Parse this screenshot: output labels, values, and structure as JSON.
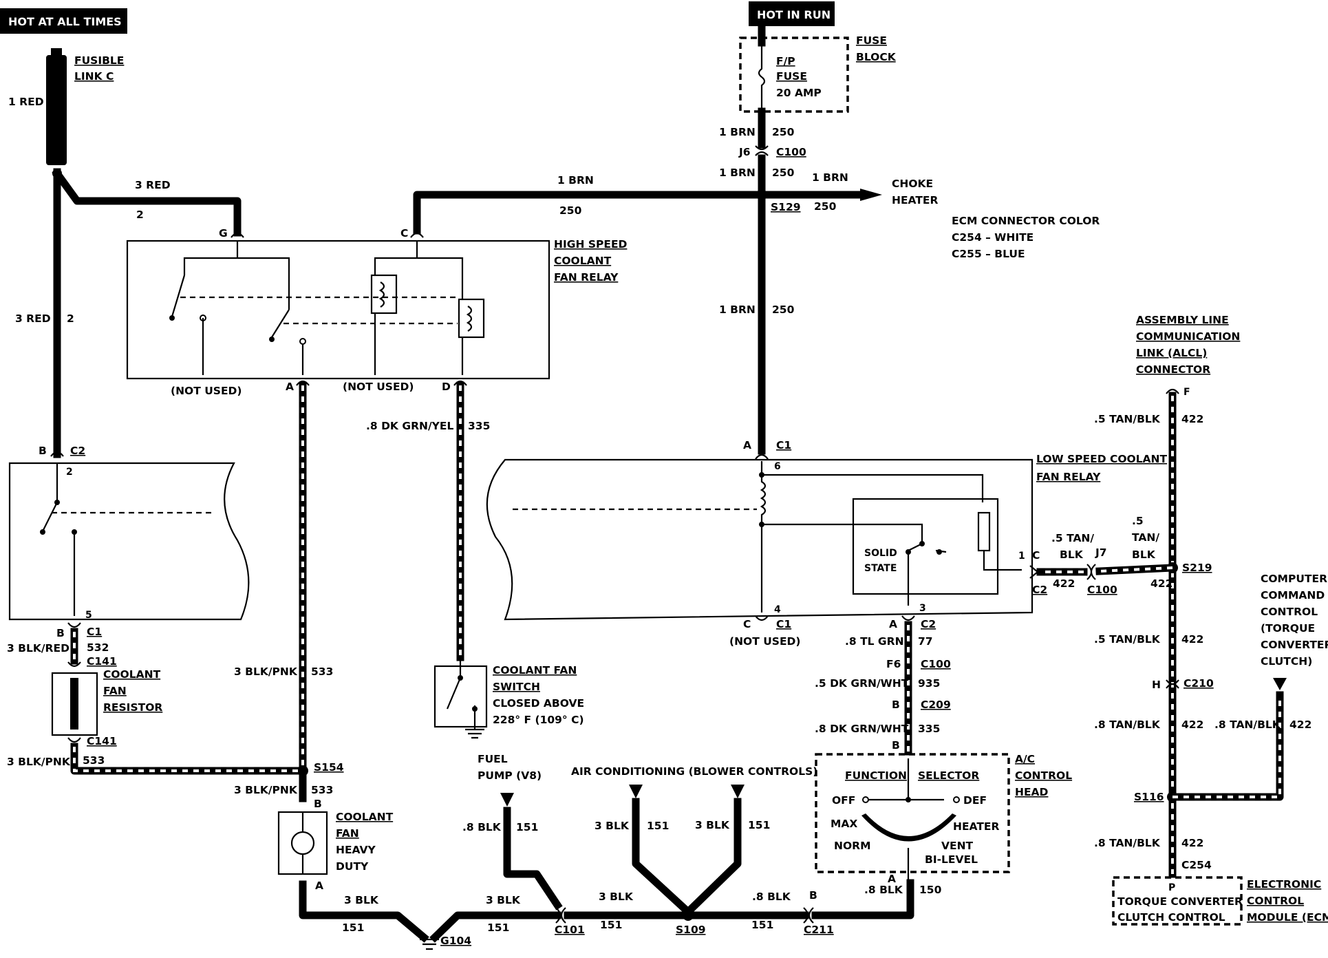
{
  "headers": {
    "hot_at_all_times": "HOT AT ALL TIMES",
    "hot_in_run": "HOT IN RUN"
  },
  "components": {
    "fusible_link": [
      "FUSIBLE",
      "LINK C"
    ],
    "fuse_block": [
      "FUSE",
      "BLOCK"
    ],
    "fp_fuse": [
      "F/P",
      "FUSE",
      "20 AMP"
    ],
    "choke_heater": [
      "CHOKE",
      "HEATER"
    ],
    "ecm_connector_color": [
      "ECM CONNECTOR COLOR",
      "C254 – WHITE",
      "C255 – BLUE"
    ],
    "high_speed_relay": [
      "HIGH SPEED",
      "COOLANT",
      "FAN RELAY"
    ],
    "low_speed_relay": [
      "LOW SPEED COOLANT",
      "FAN RELAY"
    ],
    "alcl": [
      "ASSEMBLY LINE",
      "COMMUNICATION",
      "LINK (ALCL)",
      "CONNECTOR"
    ],
    "solid_state": [
      "SOLID",
      "STATE"
    ],
    "coolant_fan_resistor": [
      "COOLANT",
      "FAN",
      "RESISTOR"
    ],
    "coolant_fan_switch": [
      "COOLANT FAN",
      "SWITCH",
      "CLOSED ABOVE",
      "228° F (109° C)"
    ],
    "coolant_fan_motor": [
      "COOLANT",
      "FAN",
      "HEAVY",
      "DUTY"
    ],
    "fuel_pump": [
      "FUEL",
      "PUMP (V8)"
    ],
    "air_conditioning": "AIR CONDITIONING (BLOWER CONTROLS)",
    "ac_control_head": [
      "A/C",
      "CONTROL",
      "HEAD"
    ],
    "function_selector": [
      "FUNCTION",
      "SELECTOR"
    ],
    "selector_positions": [
      "OFF",
      "DEF",
      "MAX",
      "HEATER",
      "NORM",
      "VENT",
      "BI-LEVEL"
    ],
    "computer_command": [
      "COMPUTER",
      "COMMAND",
      "CONTROL",
      "(TORQUE",
      "CONVERTER",
      "CLUTCH)"
    ],
    "ecm_box": [
      "TORQUE CONVERTER",
      "CLUTCH CONTROL"
    ],
    "ecm_label": [
      "ELECTRONIC",
      "CONTROL",
      "MODULE (ECM)"
    ],
    "not_used": "(NOT USED)"
  },
  "wires": {
    "red_1": "1 RED",
    "red_3": "3 RED",
    "circ_2": "2",
    "brn_1": "1 BRN",
    "circ_250": "250",
    "dkgrnyel": ".8 DK GRN/YEL",
    "circ_335": "335",
    "blkpnk_3": "3 BLK/PNK",
    "circ_533": "533",
    "blkred_3": "3 BLK/RED",
    "circ_532": "532",
    "tanblk_5": ".5 TAN/BLK",
    "tan_5": ".5",
    "tan_word": "TAN/",
    "blk_word": "BLK",
    "tan_short": ".5 TAN/",
    "circ_422": "422",
    "tanblk_8": ".8 TAN/BLK",
    "tlgrn": ".8 TL GRN",
    "circ_77": "77",
    "dkgrnwht_5": ".5 DK GRN/WHT",
    "circ_935": "935",
    "dkgrnwht_8": ".8 DK GRN/WHT",
    "blk_8": ".8 BLK",
    "blk_3": "3 BLK",
    "circ_151": "151",
    "circ_150": "150"
  },
  "connectors": {
    "j6": "J6",
    "c100": "C100",
    "s129": "S129",
    "c1": "C1",
    "c2": "C2",
    "c141": "C141",
    "s154": "S154",
    "g104": "G104",
    "c101": "C101",
    "s109": "S109",
    "c211": "C211",
    "c209": "C209",
    "c210": "C210",
    "s116": "S116",
    "s219": "S219",
    "j7": "J7",
    "c254": "C254"
  },
  "pins": {
    "a": "A",
    "b": "B",
    "c": "C",
    "d": "D",
    "f": "F",
    "g": "G",
    "h": "H",
    "p": "P",
    "f6": "F6",
    "n1": "1",
    "n2": "2",
    "n3": "3",
    "n4": "4",
    "n5": "5",
    "n6": "6"
  }
}
